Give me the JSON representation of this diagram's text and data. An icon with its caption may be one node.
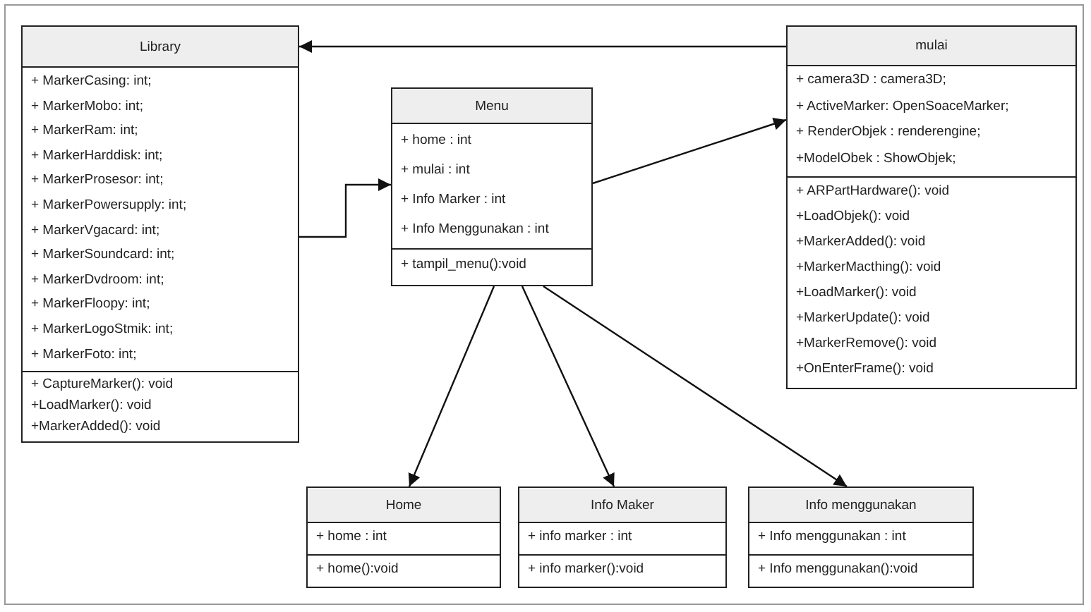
{
  "diagram": {
    "nodes": [
      {
        "text": [
          "Library",
          "+ MarkerCasing:  int;",
          "+ MarkerMobo:  int;",
          "+ MarkerRam:  int;",
          "+ MarkerHarddisk:  int;",
          "+ MarkerProsesor:  int;",
          "+ MarkerPowersupply:  int;",
          "+ MarkerVgacard:  int;",
          "+ MarkerSoundcard:  int;",
          "+ MarkerDvdroom:  int;",
          "+ MarkerFloopy:  int;",
          "+ MarkerLogoStmik:  int;",
          "+ MarkerFoto:  int;",
          "+ CaptureMarker(): void",
          "+LoadMarker(): void",
          "+MarkerAdded(): void"
        ]
      },
      {
        "text": [
          "Menu",
          "+ home : int",
          "+ mulai  : int",
          "+ Info Marker : int",
          "+ Info Menggunakan : int",
          "+ tampil_menu():void"
        ]
      },
      {
        "text": [
          "mulai",
          "+ camera3D   :  camera3D;",
          "+ ActiveMarker: OpenSoaceMarker;",
          "+ RenderObjek : renderengine;",
          "+ModelObek    : ShowObjek;",
          "+ ARPartHardware(): void",
          "+LoadObjek(): void",
          "+MarkerAdded(): void",
          "+MarkerMacthing(): void",
          "+LoadMarker(): void",
          "+MarkerUpdate(): void",
          "+MarkerRemove(): void",
          "+OnEnterFrame(): void"
        ]
      },
      {
        "text": [
          "Home",
          "+ home : int",
          "+ home():void"
        ]
      },
      {
        "text": [
          "Info Maker",
          "+ info marker : int",
          "+ info marker():void"
        ]
      },
      {
        "text": [
          "Info menggunakan",
          "+ Info menggunakan : int",
          "+ Info menggunakan():void"
        ]
      }
    ],
    "edges": [
      {
        "from": 2,
        "to": 0,
        "arrow": "to"
      },
      {
        "from": 0,
        "to": 1,
        "arrow": "to"
      },
      {
        "from": 1,
        "to": 2,
        "arrow": "to"
      },
      {
        "from": 1,
        "to": 3,
        "arrow": "to"
      },
      {
        "from": 1,
        "to": 4,
        "arrow": "to"
      },
      {
        "from": 1,
        "to": 5,
        "arrow": "to"
      }
    ]
  }
}
